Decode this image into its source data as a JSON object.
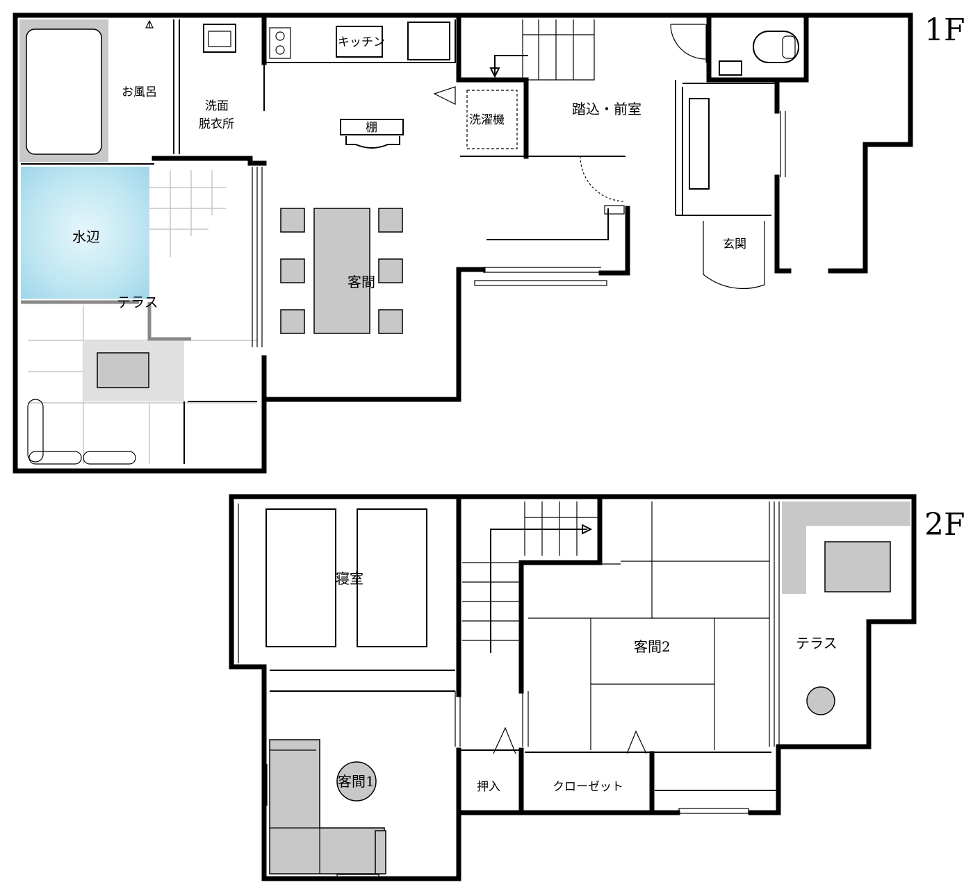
{
  "floors": {
    "first": {
      "label": "1F",
      "rooms": {
        "bath": "お風呂",
        "washroom_line1": "洗面",
        "washroom_line2": "脱衣所",
        "kitchen": "キッチン",
        "shelf": "棚",
        "laundry": "洗濯機",
        "anteroom": "踏込・前室",
        "waterside": "水辺",
        "terrace": "テラス",
        "guest_room": "客間",
        "entrance": "玄関"
      }
    },
    "second": {
      "label": "2F",
      "rooms": {
        "bedroom": "寝室",
        "guest_room_2": "客間2",
        "terrace": "テラス",
        "guest_room_1": "客間1",
        "oshiire": "押入",
        "closet": "クローゼット"
      }
    }
  },
  "colors": {
    "wall": "#000000",
    "furniture": "#c8c8c8",
    "water": "#bfe6f2"
  }
}
